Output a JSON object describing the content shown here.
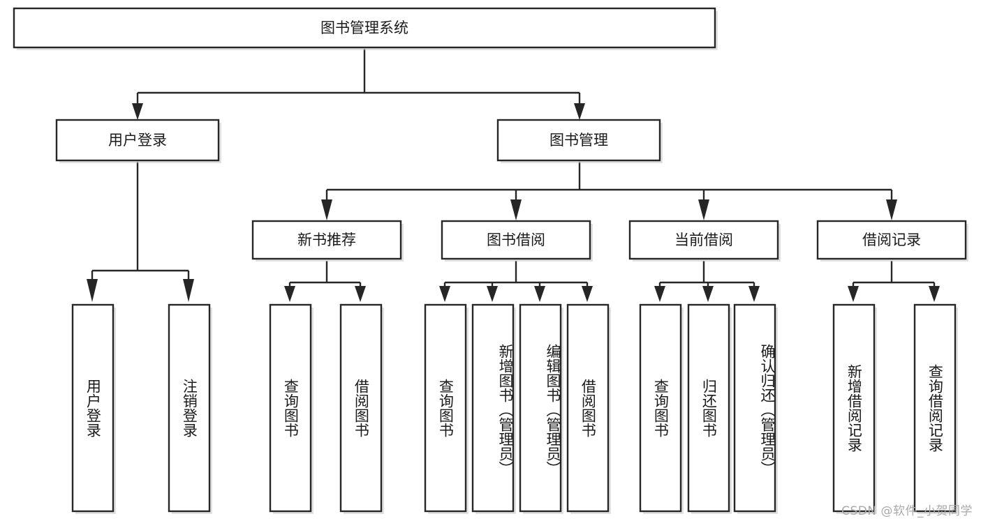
{
  "diagram": {
    "type": "tree",
    "title": "图书管理系统",
    "watermark": "CSDN @软件_小贺同学",
    "colors": {
      "stroke": "#262626",
      "fill": "#ffffff",
      "text": "#1a1a1a",
      "shadow": "#c8c8c8",
      "watermark": "#a9a9a9"
    },
    "nodes": {
      "root": {
        "label": "图书管理系统",
        "level": 1
      },
      "user_login": {
        "label": "用户登录",
        "level": 2
      },
      "book_manage": {
        "label": "图书管理",
        "level": 2
      },
      "new_book_rec": {
        "label": "新书推荐",
        "level": 3
      },
      "book_borrow": {
        "label": "图书借阅",
        "level": 3
      },
      "current_borrow": {
        "label": "当前借阅",
        "level": 3
      },
      "borrow_record": {
        "label": "借阅记录",
        "level": 3
      },
      "leaf_user_login": {
        "label": "用户登录",
        "level": 4
      },
      "leaf_logout": {
        "label": "注销登录",
        "level": 4
      },
      "leaf_query_book_1": {
        "label": "查询图书",
        "level": 4
      },
      "leaf_borrow_book_1": {
        "label": "借阅图书",
        "level": 4
      },
      "leaf_query_book_2": {
        "label": "查询图书",
        "level": 4
      },
      "leaf_add_book": {
        "label": "新增图书（管理员）",
        "level": 4
      },
      "leaf_edit_book": {
        "label": "编辑图书（管理员）",
        "level": 4
      },
      "leaf_borrow_book_2": {
        "label": "借阅图书",
        "level": 4
      },
      "leaf_query_book_3": {
        "label": "查询图书",
        "level": 4
      },
      "leaf_return_book": {
        "label": "归还图书",
        "level": 4
      },
      "leaf_confirm_return": {
        "label": "确认归还（管理员）",
        "level": 4
      },
      "leaf_add_record": {
        "label": "新增借阅记录",
        "level": 4
      },
      "leaf_query_record": {
        "label": "查询借阅记录",
        "level": 4
      }
    },
    "edges": [
      {
        "from": "root",
        "to": "user_login"
      },
      {
        "from": "root",
        "to": "book_manage"
      },
      {
        "from": "user_login",
        "to": "leaf_user_login"
      },
      {
        "from": "user_login",
        "to": "leaf_logout"
      },
      {
        "from": "book_manage",
        "to": "new_book_rec"
      },
      {
        "from": "book_manage",
        "to": "book_borrow"
      },
      {
        "from": "book_manage",
        "to": "current_borrow"
      },
      {
        "from": "book_manage",
        "to": "borrow_record"
      },
      {
        "from": "new_book_rec",
        "to": "leaf_query_book_1"
      },
      {
        "from": "new_book_rec",
        "to": "leaf_borrow_book_1"
      },
      {
        "from": "book_borrow",
        "to": "leaf_query_book_2"
      },
      {
        "from": "book_borrow",
        "to": "leaf_add_book"
      },
      {
        "from": "book_borrow",
        "to": "leaf_edit_book"
      },
      {
        "from": "book_borrow",
        "to": "leaf_borrow_book_2"
      },
      {
        "from": "current_borrow",
        "to": "leaf_query_book_3"
      },
      {
        "from": "current_borrow",
        "to": "leaf_return_book"
      },
      {
        "from": "current_borrow",
        "to": "leaf_confirm_return"
      },
      {
        "from": "borrow_record",
        "to": "leaf_add_record"
      },
      {
        "from": "borrow_record",
        "to": "leaf_query_record"
      }
    ]
  }
}
